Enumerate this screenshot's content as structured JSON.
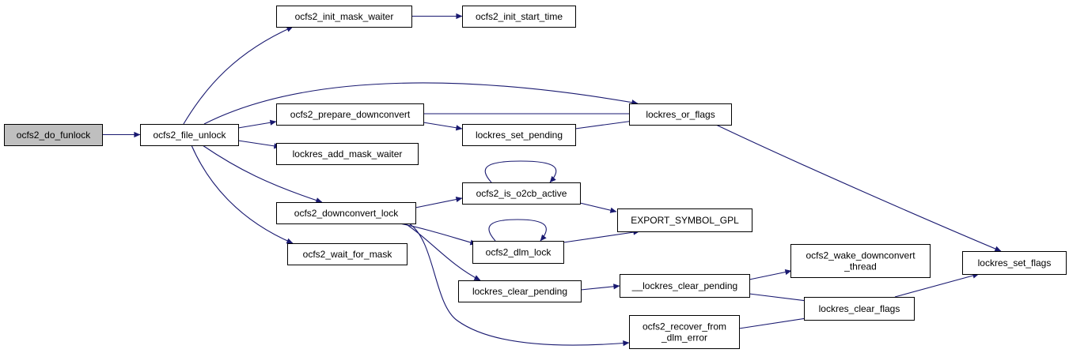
{
  "colors": {
    "edge": "#191970",
    "node_fill": "#ffffff",
    "root_fill": "#bfbfbf",
    "node_border": "#000000"
  },
  "nodes": [
    {
      "id": "do_funlock",
      "lines": [
        "ocfs2_do_funlock"
      ],
      "root": true
    },
    {
      "id": "file_unlock",
      "lines": [
        "ocfs2_file_unlock"
      ]
    },
    {
      "id": "init_mask_waiter",
      "lines": [
        "ocfs2_init_mask_waiter"
      ]
    },
    {
      "id": "init_start_time",
      "lines": [
        "ocfs2_init_start_time"
      ]
    },
    {
      "id": "prepare_downconvert",
      "lines": [
        "ocfs2_prepare_downconvert"
      ]
    },
    {
      "id": "lockres_or_flags",
      "lines": [
        "lockres_or_flags"
      ]
    },
    {
      "id": "lockres_set_pending",
      "lines": [
        "lockres_set_pending"
      ]
    },
    {
      "id": "lockres_add_mask_waiter",
      "lines": [
        "lockres_add_mask_waiter"
      ]
    },
    {
      "id": "downconvert_lock",
      "lines": [
        "ocfs2_downconvert_lock"
      ]
    },
    {
      "id": "is_o2cb_active",
      "lines": [
        "ocfs2_is_o2cb_active"
      ]
    },
    {
      "id": "export_symbol_gpl",
      "lines": [
        "EXPORT_SYMBOL_GPL"
      ]
    },
    {
      "id": "dlm_lock",
      "lines": [
        "ocfs2_dlm_lock"
      ]
    },
    {
      "id": "wait_for_mask",
      "lines": [
        "ocfs2_wait_for_mask"
      ]
    },
    {
      "id": "lockres_clear_pending",
      "lines": [
        "lockres_clear_pending"
      ]
    },
    {
      "id": "__lockres_clear_pending",
      "lines": [
        "__lockres_clear_pending"
      ]
    },
    {
      "id": "wake_downconvert_thread",
      "lines": [
        "ocfs2_wake_downconvert",
        "_thread"
      ]
    },
    {
      "id": "lockres_clear_flags",
      "lines": [
        "lockres_clear_flags"
      ]
    },
    {
      "id": "lockres_set_flags",
      "lines": [
        "lockres_set_flags"
      ]
    },
    {
      "id": "recover_from_dlm_error",
      "lines": [
        "ocfs2_recover_from",
        "_dlm_error"
      ]
    }
  ],
  "edges": [
    {
      "from": "do_funlock",
      "to": "file_unlock"
    },
    {
      "from": "file_unlock",
      "to": "init_mask_waiter"
    },
    {
      "from": "file_unlock",
      "to": "lockres_or_flags"
    },
    {
      "from": "file_unlock",
      "to": "prepare_downconvert"
    },
    {
      "from": "file_unlock",
      "to": "lockres_add_mask_waiter"
    },
    {
      "from": "file_unlock",
      "to": "downconvert_lock"
    },
    {
      "from": "file_unlock",
      "to": "wait_for_mask"
    },
    {
      "from": "init_mask_waiter",
      "to": "init_start_time"
    },
    {
      "from": "prepare_downconvert",
      "to": "lockres_or_flags"
    },
    {
      "from": "prepare_downconvert",
      "to": "lockres_set_pending"
    },
    {
      "from": "lockres_set_pending",
      "to": "lockres_or_flags"
    },
    {
      "from": "lockres_or_flags",
      "to": "lockres_set_flags"
    },
    {
      "from": "downconvert_lock",
      "to": "is_o2cb_active"
    },
    {
      "from": "downconvert_lock",
      "to": "dlm_lock"
    },
    {
      "from": "downconvert_lock",
      "to": "lockres_clear_pending"
    },
    {
      "from": "downconvert_lock",
      "to": "recover_from_dlm_error"
    },
    {
      "from": "is_o2cb_active",
      "to": "is_o2cb_active"
    },
    {
      "from": "is_o2cb_active",
      "to": "export_symbol_gpl"
    },
    {
      "from": "dlm_lock",
      "to": "dlm_lock"
    },
    {
      "from": "dlm_lock",
      "to": "export_symbol_gpl"
    },
    {
      "from": "lockres_clear_pending",
      "to": "__lockres_clear_pending"
    },
    {
      "from": "__lockres_clear_pending",
      "to": "wake_downconvert_thread"
    },
    {
      "from": "__lockres_clear_pending",
      "to": "lockres_clear_flags"
    },
    {
      "from": "recover_from_dlm_error",
      "to": "lockres_clear_flags"
    },
    {
      "from": "lockres_clear_flags",
      "to": "lockres_set_flags"
    }
  ]
}
